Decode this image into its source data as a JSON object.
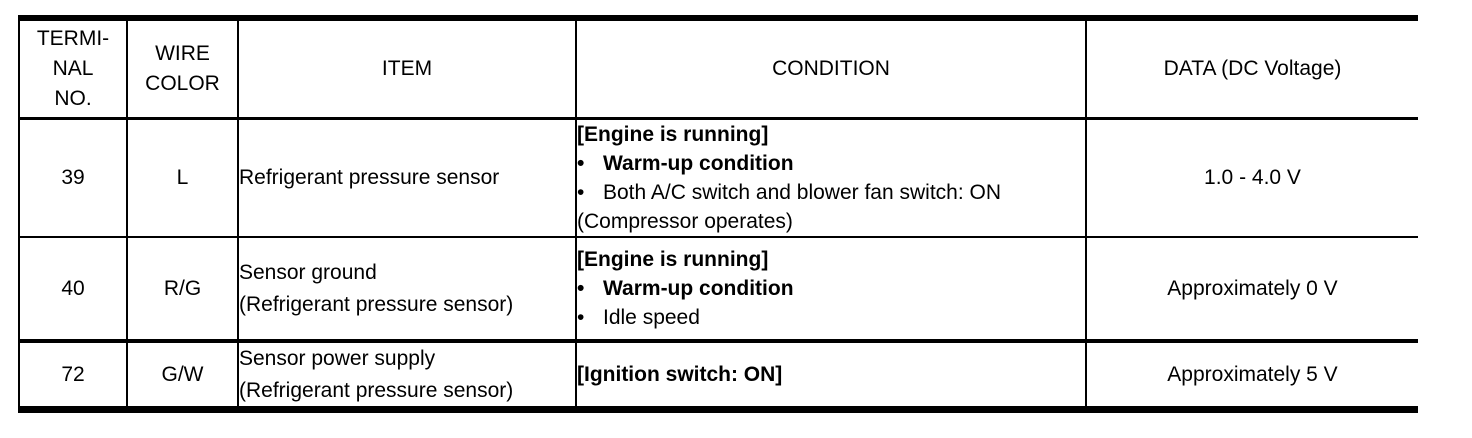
{
  "page": {
    "background_color": "#ffffff",
    "text_color": "#000000",
    "border_color": "#000000"
  },
  "table": {
    "headers": {
      "terminal_no": "TERMI-\nNAL\nNO.",
      "wire_color": "WIRE\nCOLOR",
      "item": "ITEM",
      "condition": "CONDITION",
      "data": "DATA (DC Voltage)"
    },
    "rows": [
      {
        "terminal_no": "39",
        "wire_color": "L",
        "item": "Refrigerant pressure sensor",
        "condition_lines": [
          {
            "bullet": "",
            "text": "[Engine is running]",
            "bold": true
          },
          {
            "bullet": "•",
            "text": "Warm-up condition",
            "bold": true
          },
          {
            "bullet": "•",
            "text": "Both A/C switch and blower fan switch: ON",
            "bold": false
          },
          {
            "bullet": "",
            "text": "(Compressor operates)",
            "bold": false
          }
        ],
        "data": "1.0 - 4.0 V"
      },
      {
        "terminal_no": "40",
        "wire_color": "R/G",
        "item": "Sensor ground\n(Refrigerant pressure sensor)",
        "condition_lines": [
          {
            "bullet": "",
            "text": "[Engine is running]",
            "bold": true
          },
          {
            "bullet": "•",
            "text": "Warm-up condition",
            "bold": true
          },
          {
            "bullet": "•",
            "text": "Idle speed",
            "bold": false
          }
        ],
        "data": "Approximately 0 V"
      },
      {
        "terminal_no": "72",
        "wire_color": "G/W",
        "item": "Sensor power supply\n(Refrigerant pressure sensor)",
        "condition_lines": [
          {
            "bullet": "",
            "text": "[Ignition switch: ON]",
            "bold": true
          }
        ],
        "data": "Approximately 5 V"
      }
    ]
  }
}
